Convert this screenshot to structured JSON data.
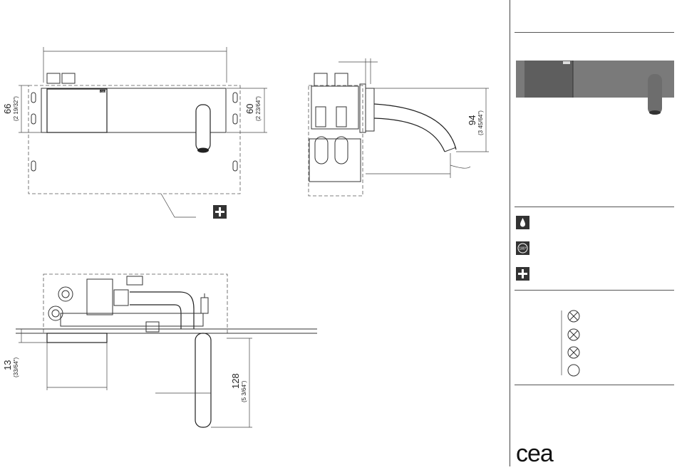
{
  "dimensions": {
    "plate_height_mm": "66",
    "plate_height_in": "(2 19/32\")",
    "body_height_mm": "60",
    "body_height_in": "(2 23/64\")",
    "spout_drop_mm": "94",
    "spout_drop_in": "(3 45/64\")",
    "plate_depth_mm": "13",
    "plate_depth_in": "(33/64\")",
    "spout_length_mm": "128",
    "spout_length_in": "(5 3/64\")"
  },
  "badge_label": "CEA",
  "rotation_label": "180°",
  "logo_text": "cea",
  "icons": [
    "water-drop-icon",
    "rotation-180-icon",
    "plus-icon",
    "plus-icon"
  ],
  "legend_symbols": [
    "crossed-circle",
    "crossed-circle",
    "crossed-circle",
    "open-circle"
  ]
}
